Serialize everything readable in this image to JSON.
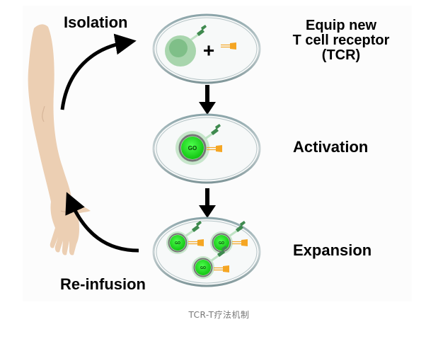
{
  "steps": {
    "isolation": "Isolation",
    "equip_line1": "Equip new",
    "equip_line2": "T cell receptor",
    "equip_line3": "(TCR)",
    "activation": "Activation",
    "expansion": "Expansion",
    "reinfusion": "Re-infusion"
  },
  "cell_badge": "GO",
  "plus_symbol": "+",
  "caption": "TCR-T疗法机制",
  "colors": {
    "skin": "#eccfb3",
    "cell_pale": "#a8d5ad",
    "cell_active": "#22e022",
    "tcr_green": "#3f8a4f",
    "tcr_orange": "#f5a623",
    "arrow": "#000000"
  }
}
